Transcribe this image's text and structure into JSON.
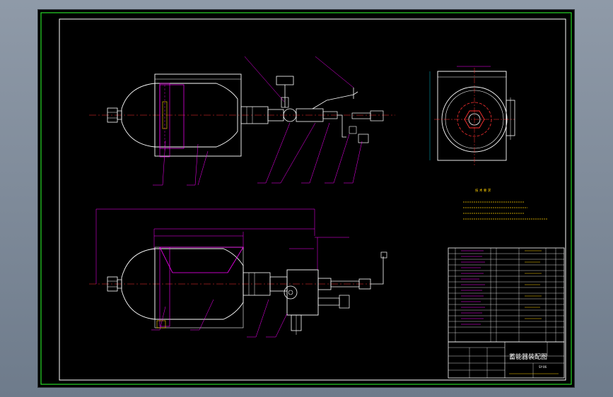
{
  "drawing": {
    "title": "蓄能器装配图",
    "drawing_number": "SY-06",
    "notes_title": "技 术 要 求",
    "colors": {
      "border_green": "#27d827",
      "outline_white": "#ffffff",
      "hidden_magenta": "#ff00ff",
      "center_red": "#ff3030",
      "dimension_cyan": "#00e5ff",
      "leader_gray": "#bfbfbf",
      "accent_yellow": "#ffd000"
    }
  }
}
